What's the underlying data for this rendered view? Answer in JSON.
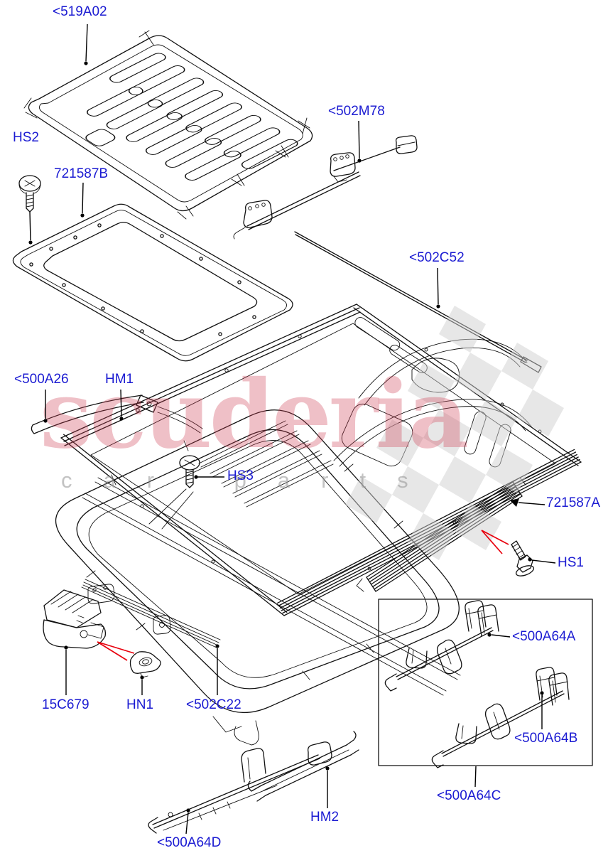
{
  "colors": {
    "label": "#1b1bd2",
    "leader": "#000000",
    "arrow": "#e8000d",
    "watermark_brand": "rgba(205,60,80,0.32)",
    "watermark_tagline": "rgba(145,145,145,0.55)",
    "watermark_flag": "#cfcfcf",
    "line_art": "#111111",
    "background": "#ffffff"
  },
  "watermark": {
    "brand": "scuderia",
    "tagline": "car parts"
  },
  "labels": [
    {
      "id": "519A02",
      "text": "<519A02"
    },
    {
      "id": "502M78",
      "text": "<502M78"
    },
    {
      "id": "HS2",
      "text": "HS2"
    },
    {
      "id": "721587B",
      "text": "721587B"
    },
    {
      "id": "502C52",
      "text": "<502C52"
    },
    {
      "id": "500A26",
      "text": "<500A26"
    },
    {
      "id": "HM1",
      "text": "HM1"
    },
    {
      "id": "HS3",
      "text": "HS3"
    },
    {
      "id": "721587A",
      "text": "721587A"
    },
    {
      "id": "HS1",
      "text": "HS1"
    },
    {
      "id": "15C679",
      "text": "15C679"
    },
    {
      "id": "HN1",
      "text": "HN1"
    },
    {
      "id": "502C22",
      "text": "<502C22"
    },
    {
      "id": "500A64A",
      "text": "<500A64A"
    },
    {
      "id": "500A64B",
      "text": "<500A64B"
    },
    {
      "id": "500A64C",
      "text": "<500A64C"
    },
    {
      "id": "500A64D",
      "text": "<500A64D"
    },
    {
      "id": "HM2",
      "text": "HM2"
    }
  ]
}
